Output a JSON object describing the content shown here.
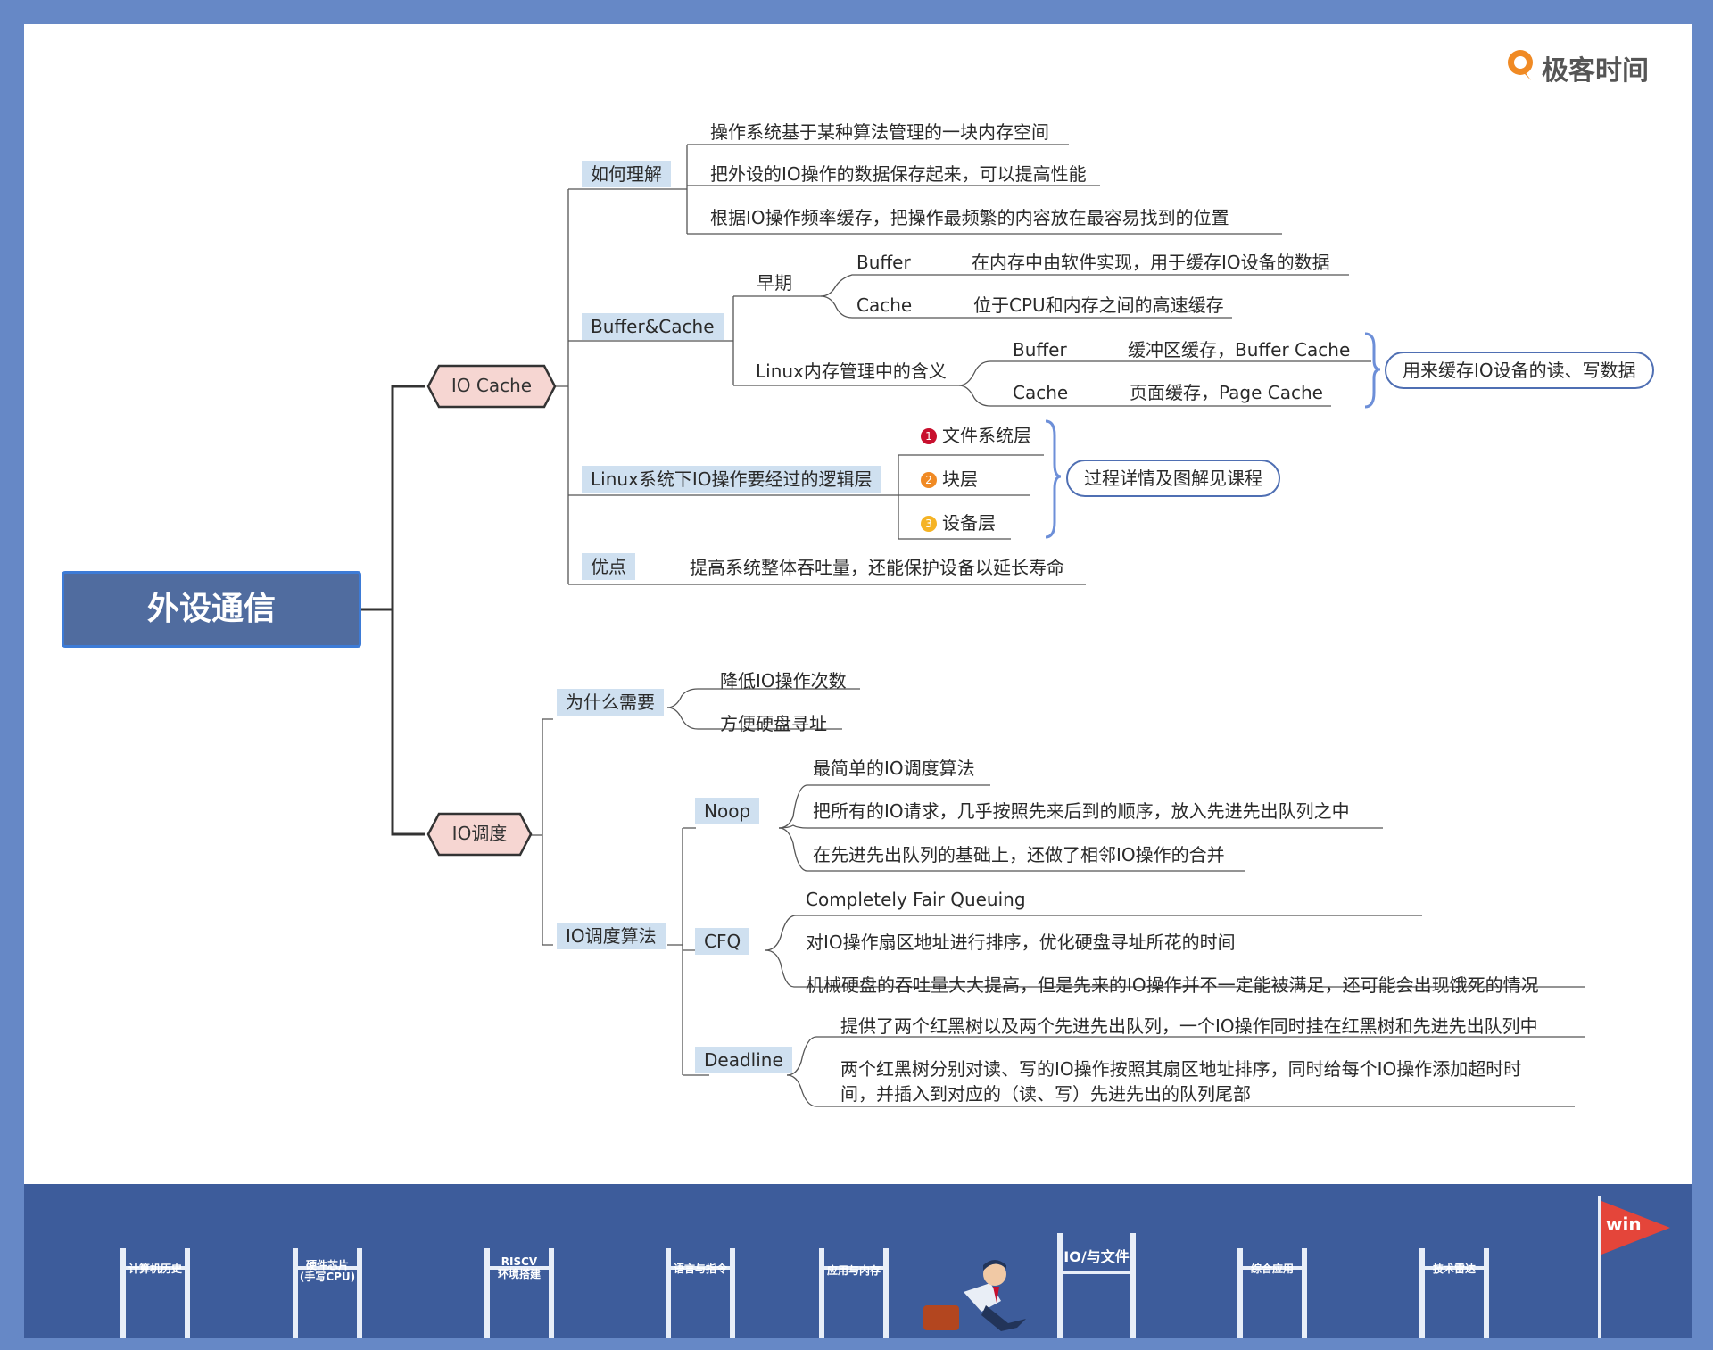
{
  "brand": {
    "logo_text": "极客时间"
  },
  "root": {
    "label": "外设通信"
  },
  "io_cache": {
    "label": "IO Cache",
    "understand": {
      "label": "如何理解",
      "items": [
        "操作系统基于某种算法管理的一块内存空间",
        "把外设的IO操作的数据保存起来，可以提高性能",
        "根据IO操作频率缓存，把操作最频繁的内容放在最容易找到的位置"
      ]
    },
    "buffer_cache": {
      "label": "Buffer&Cache",
      "early": {
        "label": "早期",
        "buffer_label": "Buffer",
        "buffer_desc": "在内存中由软件实现，用于缓存IO设备的数据",
        "cache_label": "Cache",
        "cache_desc": "位于CPU和内存之间的高速缓存"
      },
      "linux": {
        "label": "Linux内存管理中的含义",
        "buffer_label": "Buffer",
        "buffer_desc": "缓冲区缓存，Buffer Cache",
        "cache_label": "Cache",
        "cache_desc": "页面缓存，Page Cache",
        "summary": "用来缓存IO设备的读、写数据"
      }
    },
    "layers": {
      "label": "Linux系统下IO操作要经过的逻辑层",
      "items": [
        {
          "num": "1",
          "text": "文件系统层",
          "color": "#c8102e"
        },
        {
          "num": "2",
          "text": "块层",
          "color": "#f08a24"
        },
        {
          "num": "3",
          "text": "设备层",
          "color": "#f5b324"
        }
      ],
      "summary": "过程详情及图解见课程"
    },
    "advantage": {
      "label": "优点",
      "text": "提高系统整体吞吐量，还能保护设备以延长寿命"
    }
  },
  "io_sched": {
    "label": "IO调度",
    "why": {
      "label": "为什么需要",
      "items": [
        "降低IO操作次数",
        "方便硬盘寻址"
      ]
    },
    "algos": {
      "label": "IO调度算法",
      "noop": {
        "label": "Noop",
        "items": [
          "最简单的IO调度算法",
          "把所有的IO请求，几乎按照先来后到的顺序，放入先进先出队列之中",
          "在先进先出队列的基础上，还做了相邻IO操作的合并"
        ]
      },
      "cfq": {
        "label": "CFQ",
        "items": [
          "Completely Fair Queuing",
          "对IO操作扇区地址进行排序，优化硬盘寻址所花的时间",
          "机械硬盘的吞吐量大大提高，但是先来的IO操作并不一定能被满足，还可能会出现饿死的情况"
        ]
      },
      "deadline": {
        "label": "Deadline",
        "items": [
          "提供了两个红黑树以及两个先进先出队列，一个IO操作同时挂在红黑树和先进先出队列中",
          "两个红黑树分别对读、写的IO操作按照其扇区地址排序，同时给每个IO操作添加超时时",
          "间，并插入到对应的（读、写）先进先出的队列尾部"
        ]
      }
    }
  },
  "footer": {
    "gates": [
      "计算机历史",
      "硬件芯片",
      "(手写CPU)",
      "RISCV",
      "环境搭建",
      "语言与指令",
      "应用与内存",
      "IO/与文件",
      "综合应用",
      "技术雷达"
    ],
    "flag": "win"
  },
  "colors": {
    "background": "#6688c6",
    "footer": "#3d5c9b",
    "root": "#506c9f",
    "mid_node": "#f6d6d2",
    "sub_label": "#cfe0f0",
    "bracket": "#6d8fd8"
  }
}
